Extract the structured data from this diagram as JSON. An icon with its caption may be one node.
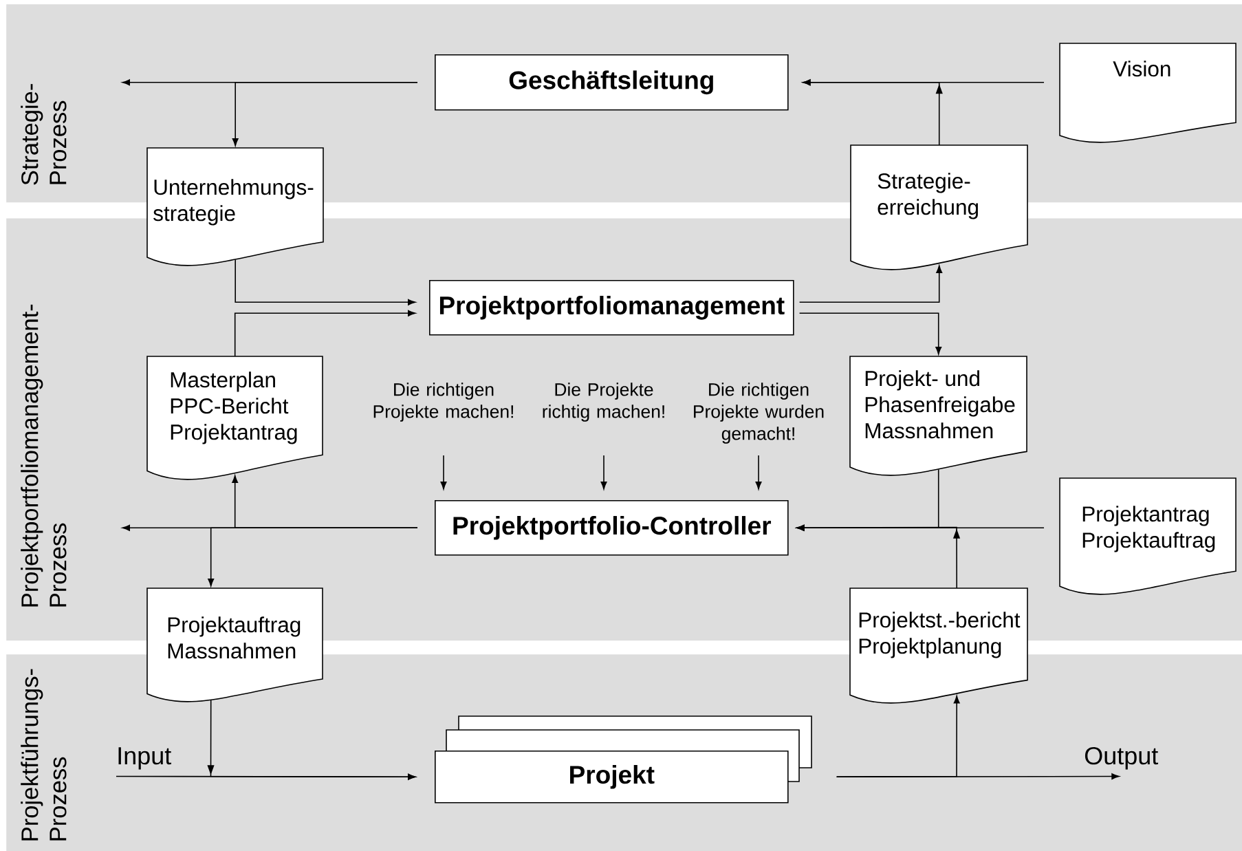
{
  "diagram": {
    "nodes": [
      {
        "text": [
          "Strategie- Prozess"
        ]
      },
      {
        "text": [
          "Projektportfoliomanagement- Prozess"
        ]
      },
      {
        "text": [
          "Projektführungs- Prozess"
        ]
      },
      {
        "text": [
          "Geschäftsleitung"
        ],
        "in": 0
      },
      {
        "text": [
          "Vision"
        ],
        "in": 0
      },
      {
        "text": [
          "Unternehmungs- strategie"
        ]
      },
      {
        "text": [
          "Strategie- erreichung"
        ]
      },
      {
        "text": [
          "Projektportfoliomanagement"
        ],
        "in": 1
      },
      {
        "text": [
          "Masterplan PPC-Bericht Projektantrag"
        ],
        "in": 1
      },
      {
        "text": [
          "Die richtigen Projekte machen!"
        ],
        "in": 1
      },
      {
        "text": [
          "Die Projekte richtig machen!"
        ],
        "in": 1
      },
      {
        "text": [
          "Die richtigen Projekte wurden gemacht!"
        ],
        "in": 1
      },
      {
        "text": [
          "Projekt- und Phasenfreigabe Massnahmen"
        ],
        "in": 1
      },
      {
        "text": [
          "Projektportfolio-Controller"
        ],
        "in": 1
      },
      {
        "text": [
          "Projektantrag Projektauftrag"
        ],
        "in": 1
      },
      {
        "text": [
          "Projektauftrag Massnahmen"
        ]
      },
      {
        "text": [
          "Projektst.-bericht Projektplanung"
        ]
      },
      {
        "text": [
          "Projekt"
        ],
        "in": 2
      },
      {
        "text": [
          "Input"
        ],
        "in": 2
      },
      {
        "text": [
          "Output"
        ],
        "in": 2
      }
    ],
    "edges": [
      {
        "from": 3,
        "to": null,
        "arrow": "to"
      },
      {
        "from": 3,
        "to": 5,
        "arrow": "to"
      },
      {
        "from": 4,
        "to": 3,
        "arrow": "to"
      },
      {
        "from": 6,
        "to": 3,
        "arrow": "to"
      },
      {
        "from": 5,
        "to": 7,
        "arrow": "to"
      },
      {
        "from": 8,
        "to": 7,
        "arrow": "to"
      },
      {
        "from": 7,
        "to": 6,
        "arrow": "to"
      },
      {
        "from": 7,
        "to": 12,
        "arrow": "to"
      },
      {
        "from": 9,
        "to": 13,
        "arrow": "to"
      },
      {
        "from": 10,
        "to": 13,
        "arrow": "to"
      },
      {
        "from": 11,
        "to": 13,
        "arrow": "to"
      },
      {
        "from": 13,
        "to": null,
        "arrow": "to"
      },
      {
        "from": 13,
        "to": 8,
        "arrow": "to"
      },
      {
        "from": 13,
        "to": 15,
        "arrow": "to"
      },
      {
        "from": 12,
        "to": 13,
        "arrow": "to"
      },
      {
        "from": 14,
        "to": 13,
        "arrow": "to"
      },
      {
        "from": 16,
        "to": 13,
        "arrow": "to"
      },
      {
        "from": 15,
        "to": 17,
        "arrow": "to"
      },
      {
        "from": 18,
        "to": 17,
        "arrow": "to"
      },
      {
        "from": 17,
        "to": 19,
        "arrow": "to"
      },
      {
        "from": 17,
        "to": 16,
        "arrow": "to"
      }
    ]
  }
}
